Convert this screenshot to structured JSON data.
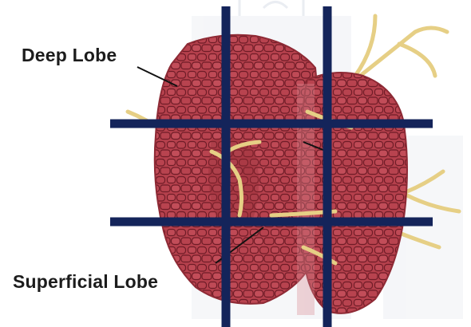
{
  "labels": {
    "deep_lobe": "Deep Lobe",
    "superficial_lobe": "Superficial Lobe"
  },
  "colors": {
    "gland": "#b5404c",
    "gland_dark": "#8e2a35",
    "cell_outline": "#6f1c27",
    "nerve": "#e6cf85",
    "grid": "#14245a",
    "background_building": "#c6ccdb"
  },
  "icons": {
    "gland": "parotid-gland-illustration",
    "nerve": "facial-nerve-branches",
    "grid": "nine-zone-grid",
    "background": "faded-building-watermark"
  }
}
